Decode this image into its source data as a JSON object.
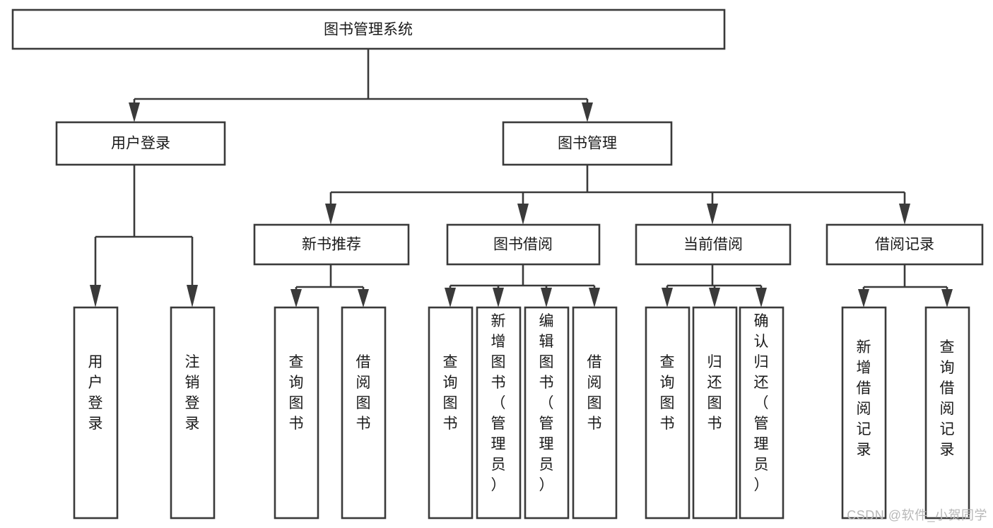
{
  "diagram": {
    "title": "图书管理系统",
    "type": "tree",
    "watermark": "CSDN @软件_小贺同学",
    "colors": {
      "box_stroke": "#3a3a3a",
      "box_fill": "#ffffff",
      "text": "#1a1a1a",
      "background": "#ffffff",
      "watermark": "#b8b8b8"
    },
    "levels": {
      "root": {
        "label": "图书管理系统",
        "orientation": "horizontal"
      },
      "level2": [
        {
          "label": "用户登录",
          "orientation": "horizontal"
        },
        {
          "label": "图书管理",
          "orientation": "horizontal"
        }
      ],
      "level3": [
        {
          "label": "新书推荐",
          "orientation": "horizontal",
          "parent": "图书管理"
        },
        {
          "label": "图书借阅",
          "orientation": "horizontal",
          "parent": "图书管理"
        },
        {
          "label": "当前借阅",
          "orientation": "horizontal",
          "parent": "图书管理"
        },
        {
          "label": "借阅记录",
          "orientation": "horizontal",
          "parent": "图书管理"
        }
      ],
      "leaves": [
        {
          "label": "用户登录",
          "orientation": "vertical",
          "parent": "用户登录"
        },
        {
          "label": "注销登录",
          "orientation": "vertical",
          "parent": "用户登录"
        },
        {
          "label": "查询图书",
          "orientation": "vertical",
          "parent": "新书推荐"
        },
        {
          "label": "借阅图书",
          "orientation": "vertical",
          "parent": "新书推荐"
        },
        {
          "label": "查询图书",
          "orientation": "vertical",
          "parent": "图书借阅"
        },
        {
          "label": "新增图书（管理员）",
          "orientation": "vertical",
          "parent": "图书借阅"
        },
        {
          "label": "编辑图书（管理员）",
          "orientation": "vertical",
          "parent": "图书借阅"
        },
        {
          "label": "借阅图书",
          "orientation": "vertical",
          "parent": "图书借阅"
        },
        {
          "label": "查询图书",
          "orientation": "vertical",
          "parent": "当前借阅"
        },
        {
          "label": "归还图书",
          "orientation": "vertical",
          "parent": "当前借阅"
        },
        {
          "label": "确认归还（管理员）",
          "orientation": "vertical",
          "parent": "当前借阅"
        },
        {
          "label": "新增借阅记录",
          "orientation": "vertical",
          "parent": "借阅记录"
        },
        {
          "label": "查询借阅记录",
          "orientation": "vertical",
          "parent": "借阅记录"
        }
      ]
    }
  }
}
